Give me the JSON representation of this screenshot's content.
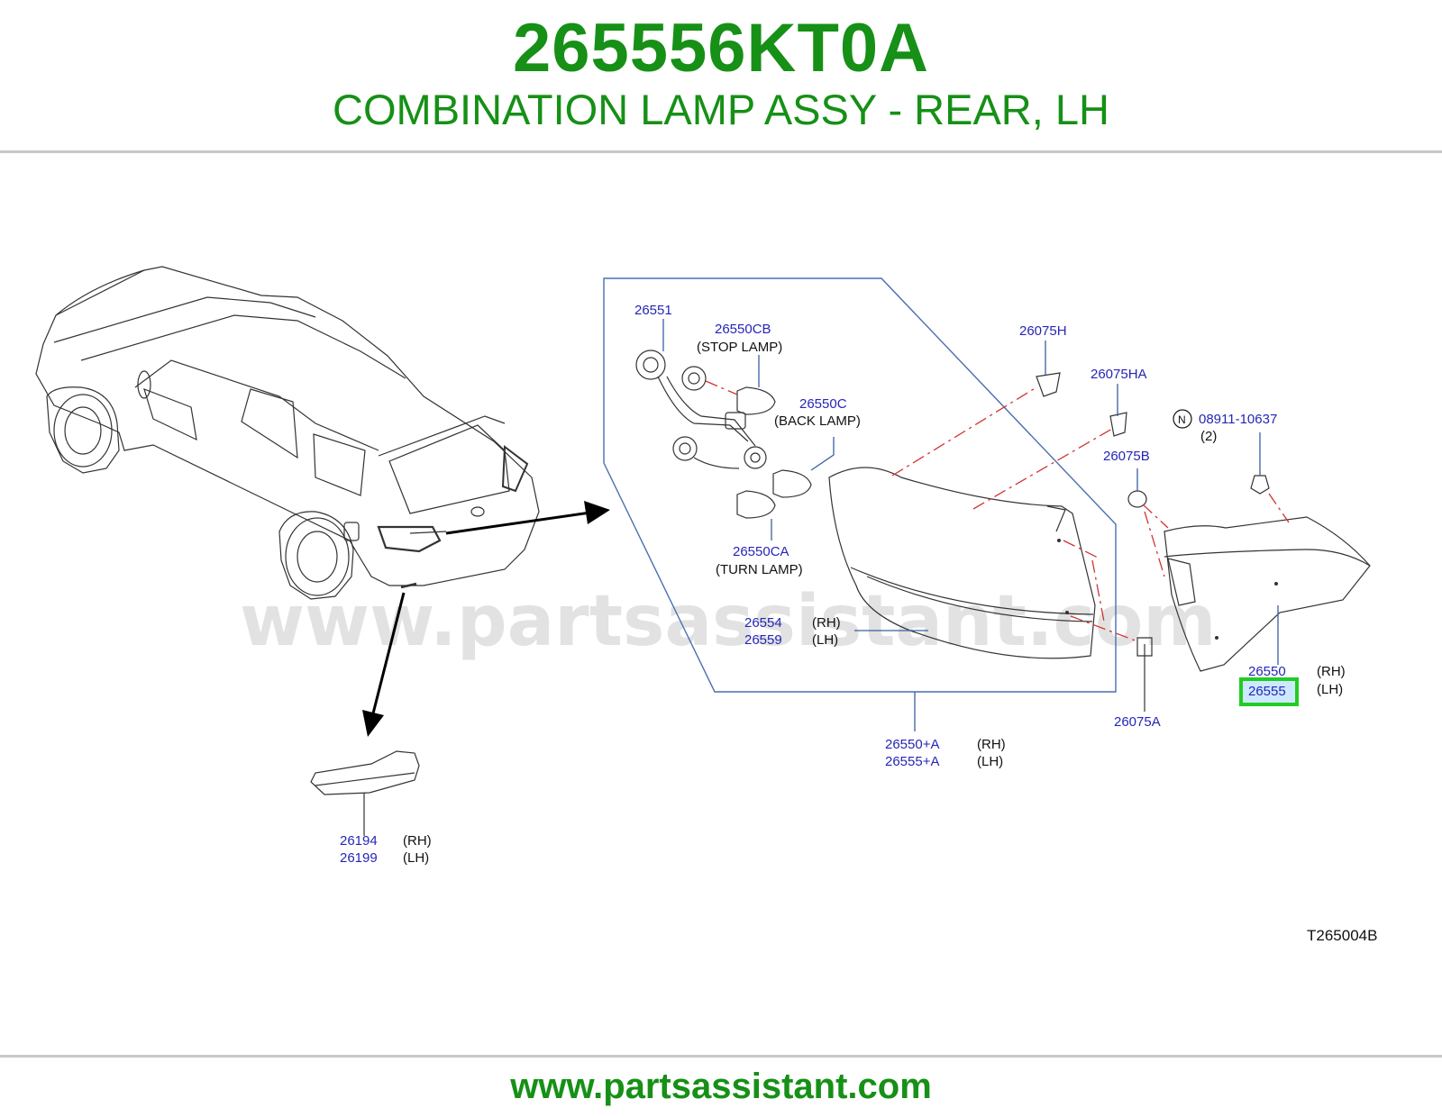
{
  "header": {
    "part_number": "265556KT0A",
    "part_name": "COMBINATION LAMP ASSY - REAR, LH"
  },
  "footer": {
    "url": "www.partsassistant.com"
  },
  "watermark": "www.partsassistant.com",
  "colors": {
    "brand_green": "#169016",
    "label_blue": "#2525b8",
    "highlight": "#22cc22",
    "highlight_fill": "#cde9ff"
  },
  "callouts": {
    "c26551": "26551",
    "c26550cb": "26550CB",
    "stop_lamp": "(STOP   LAMP)",
    "c26550c": "26550C",
    "back_lamp": "(BACK   LAMP)",
    "c26550ca": "26550CA",
    "turn_lamp": "(TURN   LAMP)",
    "c26554": "26554",
    "c26559": "26559",
    "c26075h": "26075H",
    "c26075ha": "26075HA",
    "n_symbol": "N",
    "c08911": "08911-10637",
    "qty2": "(2)",
    "c26075b": "26075B",
    "c26075a": "26075A",
    "c26550": "26550",
    "c26555": "26555",
    "c26550a": "26550+A",
    "c26555a": "26555+A",
    "c26194": "26194",
    "c26199": "26199",
    "rh": "(RH)",
    "lh": "(LH)"
  },
  "drawing_ref": "T265004B"
}
